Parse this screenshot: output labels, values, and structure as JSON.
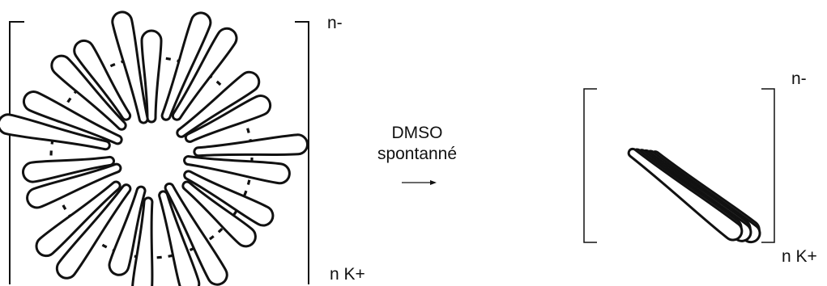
{
  "left_assembly": {
    "charge_label": "n-",
    "counterion_label": "n K+"
  },
  "reaction": {
    "solvent": "DMSO",
    "condition": "spontanné"
  },
  "right_assembly": {
    "charge_label": "n-",
    "counterion_label": "n K+"
  },
  "colors": {
    "ink": "#111111",
    "background": "#ffffff"
  }
}
